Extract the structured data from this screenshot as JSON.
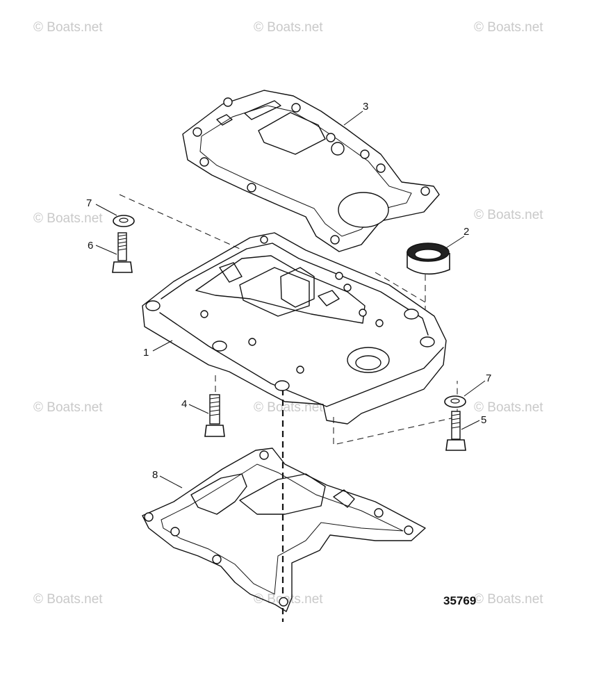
{
  "diagram": {
    "reference_number": "35769",
    "watermark_text": "© Boats.net",
    "callouts": [
      "1",
      "2",
      "3",
      "4",
      "5",
      "6",
      "7",
      "7",
      "8"
    ]
  }
}
